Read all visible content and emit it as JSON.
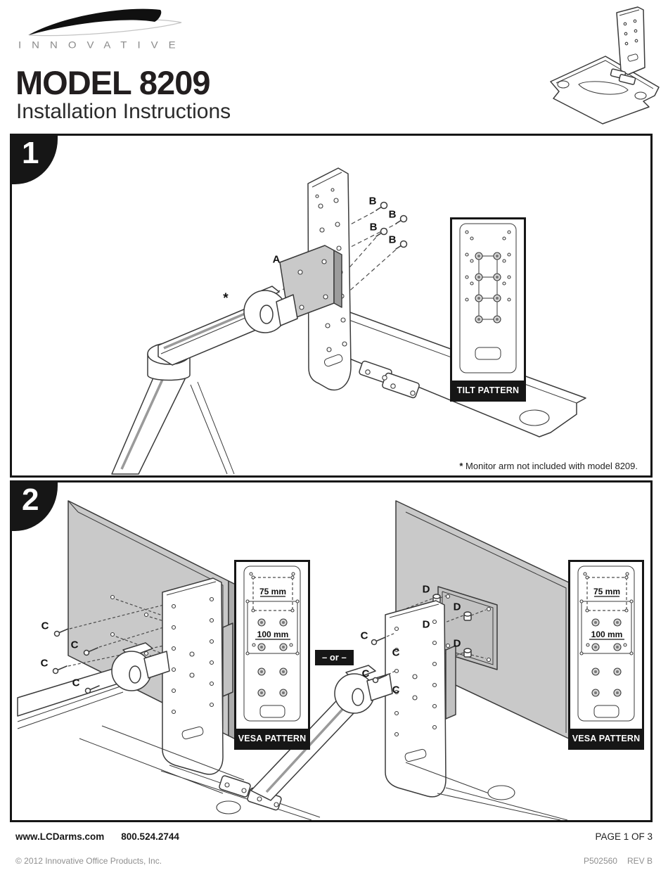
{
  "header": {
    "brand": "INNOVATIVE",
    "title": "MODEL 8209",
    "subtitle": "Installation Instructions"
  },
  "section1": {
    "number": "1",
    "label_a": "A",
    "label_b": "B",
    "label_star": "*",
    "tilt_callout_label": "TILT PATTERN",
    "footnote_star": "*",
    "footnote_text": "Monitor arm not included with model 8209."
  },
  "section2": {
    "number": "2",
    "label_c": "C",
    "label_d": "D",
    "or_label": "– or –",
    "vesa_patterns": [
      {
        "label": "VESA PATTERN",
        "dim_75": "75 mm",
        "dim_100": "100 mm"
      },
      {
        "label": "VESA PATTERN",
        "dim_75": "75 mm",
        "dim_100": "100 mm"
      }
    ]
  },
  "footer": {
    "website": "www.LCDarms.com",
    "phone": "800.524.2744",
    "page": "PAGE 1 OF 3",
    "copyright": "© 2012 Innovative Office Products, Inc.",
    "part_number": "P502560",
    "revision": "REV B"
  },
  "colors": {
    "ink": "#231f20",
    "badge_black": "#161616",
    "monitor_gray": "#c9c9c9",
    "monitor_gray_dark": "#acacac"
  }
}
